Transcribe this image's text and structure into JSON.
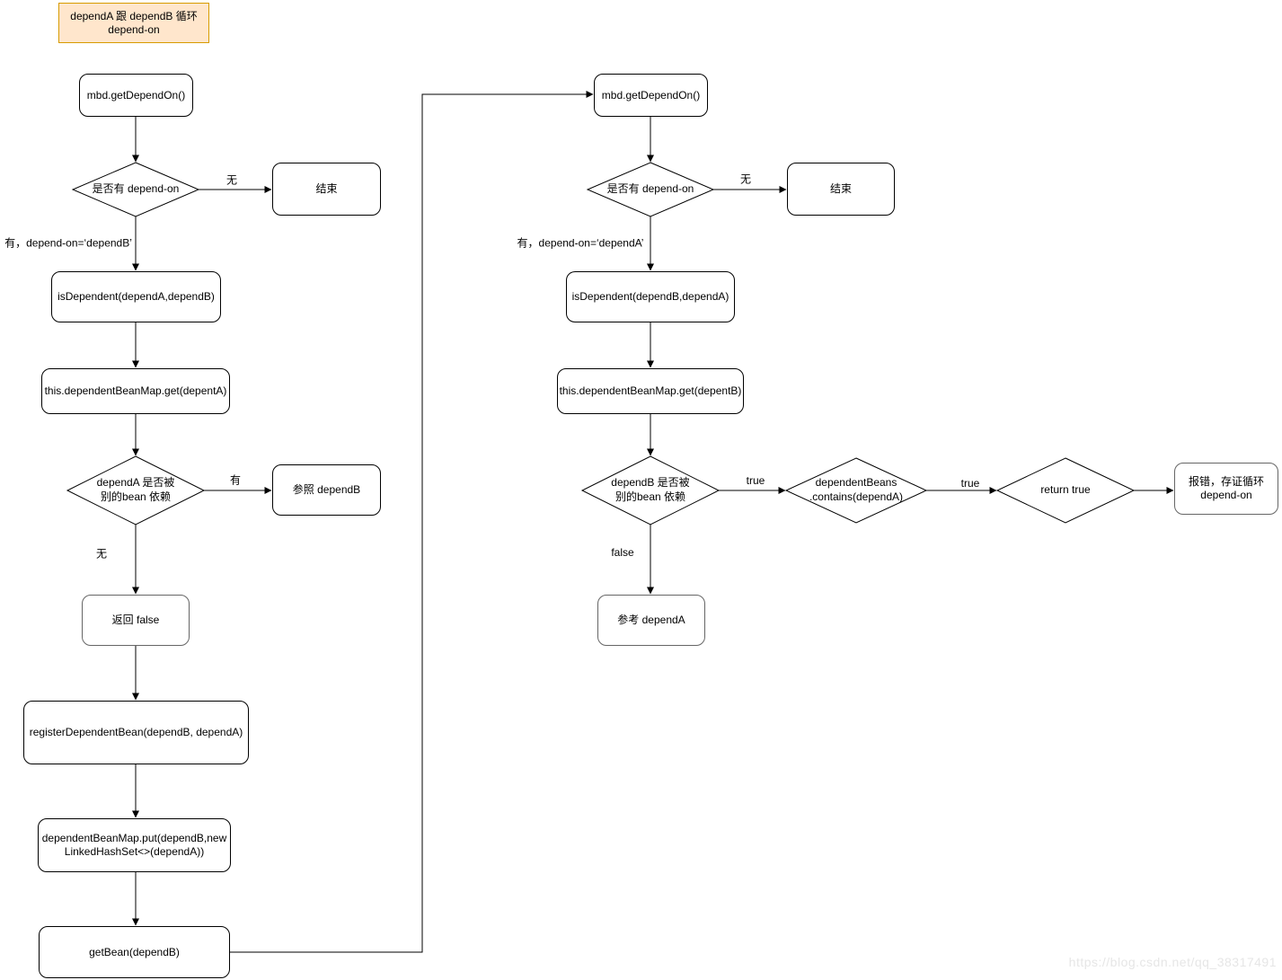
{
  "title": "dependA 跟 dependB 循环\ndepend-on",
  "watermark": "https://blog.csdn.net/qq_38317491",
  "colors": {
    "title_fill": "#FFE6CC",
    "title_border": "#D79B00",
    "node_border": "#000000",
    "muted_node_border": "#666666",
    "edge": "#000000"
  },
  "left": {
    "get_depend_on": "mbd.getDependOn()",
    "has_depend_on": "是否有 depend-on",
    "end": "结束",
    "edge_no": "无",
    "edge_yes": "有，depend-on=‘dependB’",
    "is_dependent": "isDependent(dependA,dependB)",
    "map_get": "this.dependentBeanMap.get(depentA)",
    "is_depended": "dependA 是否被\n别的bean 依赖",
    "edge_has": "有",
    "ref_depend_b": "参照 dependB",
    "edge_none": "无",
    "return_false": "返回 false",
    "register_dependent_bean": "registerDependentBean(dependB, dependA)",
    "map_put": "dependentBeanMap.put(dependB,new\nLinkedHashSet<>(dependA))",
    "get_bean": "getBean(dependB)"
  },
  "right": {
    "get_depend_on": "mbd.getDependOn()",
    "has_depend_on": "是否有 depend-on",
    "end": "结束",
    "edge_no": "无",
    "edge_yes": "有，depend-on=‘dependA’",
    "is_dependent": "isDependent(dependB,dependA)",
    "map_get": "this.dependentBeanMap.get(depentB)",
    "is_depended": "dependB 是否被\n别的bean 依赖",
    "edge_true_1": "true",
    "contains": "dependentBeans\n.contains(dependA)",
    "edge_true_2": "true",
    "return_true": "return true",
    "error": "报错，存证循环\ndepend-on",
    "edge_false": "false",
    "ref_depend_a": "参考 dependA"
  }
}
